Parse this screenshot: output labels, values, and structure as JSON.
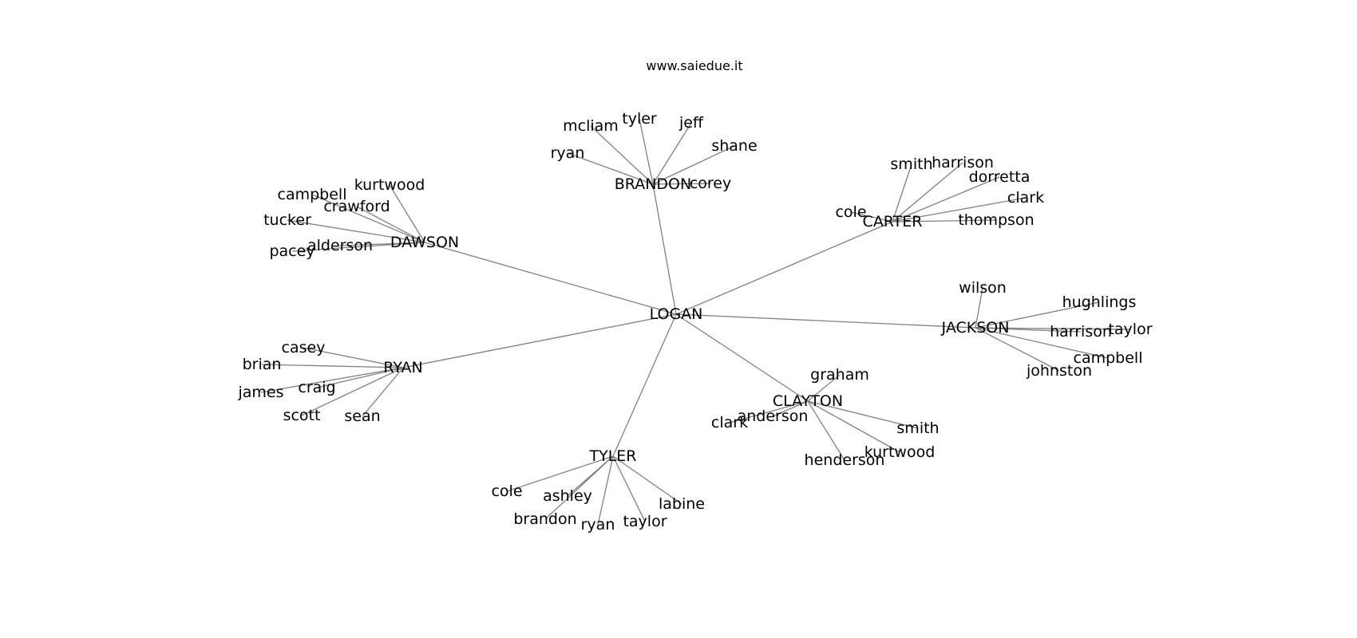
{
  "title": "www.saiedue.it",
  "graph": {
    "root": "LOGAN",
    "hubs": [
      {
        "id": "BRANDON",
        "leaves": [
          "ryan",
          "mcliam",
          "tyler",
          "jeff",
          "shane",
          "corey"
        ]
      },
      {
        "id": "DAWSON",
        "leaves": [
          "campbell",
          "kurtwood",
          "crawford",
          "tucker",
          "alderson",
          "pacey"
        ]
      },
      {
        "id": "CARTER",
        "leaves": [
          "smith",
          "harrison",
          "dorretta",
          "cole",
          "clark",
          "thompson"
        ]
      },
      {
        "id": "JACKSON",
        "leaves": [
          "wilson",
          "hughlings",
          "harrison",
          "taylor",
          "campbell",
          "johnston"
        ]
      },
      {
        "id": "RYAN",
        "leaves": [
          "casey",
          "brian",
          "craig",
          "james",
          "scott",
          "sean"
        ]
      },
      {
        "id": "CLAYTON",
        "leaves": [
          "graham",
          "anderson",
          "clark",
          "smith",
          "kurtwood",
          "henderson"
        ]
      },
      {
        "id": "TYLER",
        "leaves": [
          "cole",
          "ashley",
          "brandon",
          "ryan",
          "taylor",
          "labine"
        ]
      }
    ]
  }
}
